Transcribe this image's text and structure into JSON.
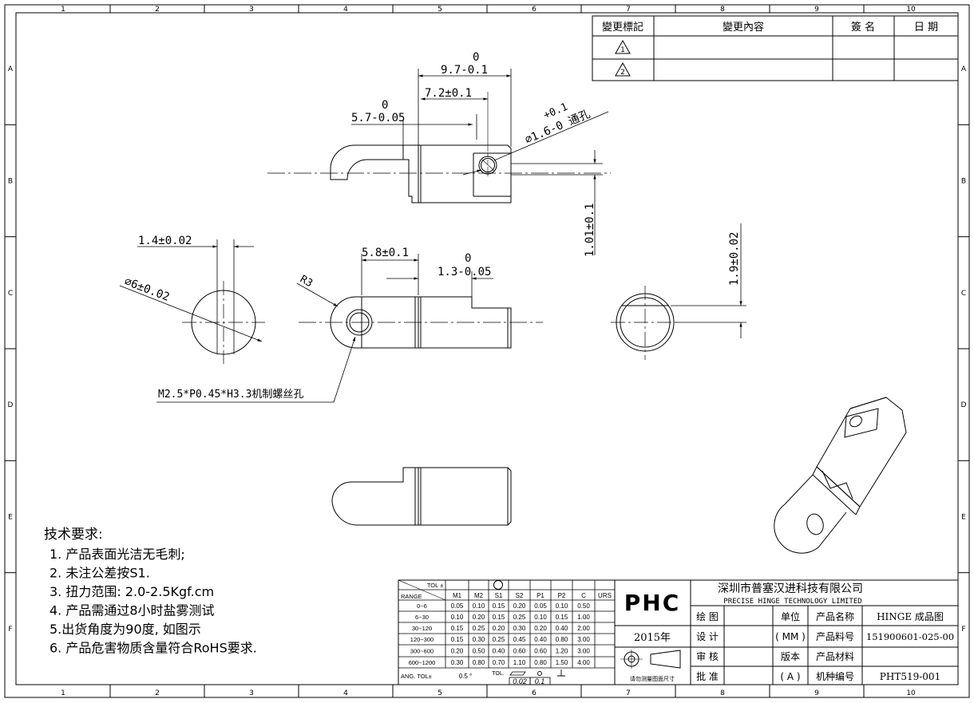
{
  "zone_columns": [
    "1",
    "2",
    "3",
    "4",
    "5",
    "6",
    "7",
    "8",
    "9",
    "10"
  ],
  "zone_rows": [
    "A",
    "B",
    "C",
    "D",
    "E",
    "F"
  ],
  "revision_table": {
    "headers": [
      "變更標記",
      "變更內容",
      "簽 名",
      "日  期"
    ],
    "marks": [
      "1",
      "2"
    ]
  },
  "dimensions": {
    "d_9_7_upper": "0",
    "d_9_7": "9.7-0.1",
    "d_7_2": "7.2±0.1",
    "d_5_7_upper": "0",
    "d_5_7": "5.7-0.05",
    "d_hole_upper": "+0.1",
    "d_hole": "⌀1.6-0  通孔",
    "d_1_01": "1.01±0.1",
    "d_1_4": "1.4±0.02",
    "d_dia6": "⌀6±0.02",
    "d_r3": "R3",
    "d_5_8": "5.8±0.1",
    "d_1_3_upper": "0",
    "d_1_3": "1.3-0.05",
    "d_1_9": "1.9±0.02",
    "thread_note": "M2.5*P0.45*H3.3机制螺丝孔"
  },
  "tech_notes": {
    "title": "技术要求:",
    "items": [
      "1.  产品表面光洁无毛刺;",
      "2.  未注公差按S1.",
      "3.  扭力范围:  2.0-2.5Kgf.cm",
      "4.  产品需通过8小时盐雾测试",
      "5.出货角度为90度, 如图示",
      "6.  产品危害物质含量符合RoHS要求."
    ]
  },
  "tolerance_table": {
    "corner_top": "TOL ±",
    "corner_bottom": "RANGE",
    "columns": [
      "M1",
      "M2",
      "S1",
      "S2",
      "P1",
      "P2",
      "C",
      "URS"
    ],
    "rows": [
      {
        "range": "0~6",
        "values": [
          "0.05",
          "0.10",
          "0.15",
          "0.20",
          "0.05",
          "0.10",
          "0.50",
          ""
        ]
      },
      {
        "range": "6~30",
        "values": [
          "0.10",
          "0.20",
          "0.15",
          "0.25",
          "0.10",
          "0.15",
          "1.00",
          ""
        ]
      },
      {
        "range": "30~120",
        "values": [
          "0.15",
          "0.25",
          "0.20",
          "0.30",
          "0.20",
          "0.40",
          "2.00",
          ""
        ]
      },
      {
        "range": "120~300",
        "values": [
          "0.15",
          "0.30",
          "0.25",
          "0.45",
          "0.40",
          "0.80",
          "3.00",
          ""
        ]
      },
      {
        "range": "300~600",
        "values": [
          "0.20",
          "0.50",
          "0.40",
          "0.60",
          "0.60",
          "1.20",
          "3.00",
          ""
        ]
      },
      {
        "range": "600~1200",
        "values": [
          "0.30",
          "0.80",
          "0.70",
          "1.10",
          "0.80",
          "1.50",
          "4.00",
          ""
        ]
      }
    ],
    "ang_label": "ANG.  TOL±",
    "ang_value": "0.5 °",
    "tol_label": "TOL.",
    "tol_values": [
      "0.02",
      "0.1"
    ]
  },
  "title_block": {
    "logo": "PHC",
    "year": "2015年",
    "projection_note": "请勿测量图面尺寸",
    "company_cn": "深圳市普塞汉进科技有限公司",
    "company_en": "PRECISE HINGE TECHNOLOGY LIMITED",
    "roles": [
      "绘 图",
      "设 计",
      "审 核",
      "批 准"
    ],
    "unit_label": "单位",
    "unit_value": "( MM )",
    "version_label": "版本",
    "version_value": "( A )",
    "product_name_label": "产品名称",
    "product_name_value": "HINGE 成品图",
    "part_no_label": "产品料号",
    "part_no_value": "151900601-025-00",
    "material_label": "产品材料",
    "material_value": "",
    "model_no_label": "机种编号",
    "model_no_value": "PHT519-001"
  }
}
